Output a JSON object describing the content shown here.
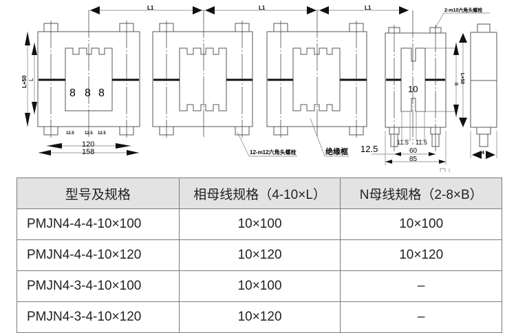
{
  "drawing": {
    "dimensions": {
      "l1": "L1",
      "l_plus_50": "L+50",
      "l": "L",
      "b": "B",
      "gap_8": "8",
      "gap_12_5": "12.5",
      "width_120": "120",
      "width_158": "158",
      "n_thickness_10": "10",
      "offset_12_5": "12.5",
      "spacing_11_5": "11.5",
      "width_60": "60",
      "width_85": "85",
      "side_4": "4"
    },
    "annotations": {
      "bolt_main": "12-m12六角头螺栓",
      "insulation_frame": "绝缘框",
      "bolt_n": "2-m10六角头螺栓"
    }
  },
  "table": {
    "headers": [
      "型号及规格",
      "相母线规格（4-10×L）",
      "N母线规格（2-8×B）"
    ],
    "rows": [
      [
        "PMJN4-4-4-10×100",
        "10×100",
        "10×100"
      ],
      [
        "PMJN4-4-4-10×120",
        "10×120",
        "10×120"
      ],
      [
        "PMJN4-3-4-10×100",
        "10×100",
        "–"
      ],
      [
        "PMJN4-3-4-10×120",
        "10×120",
        "–"
      ]
    ]
  }
}
